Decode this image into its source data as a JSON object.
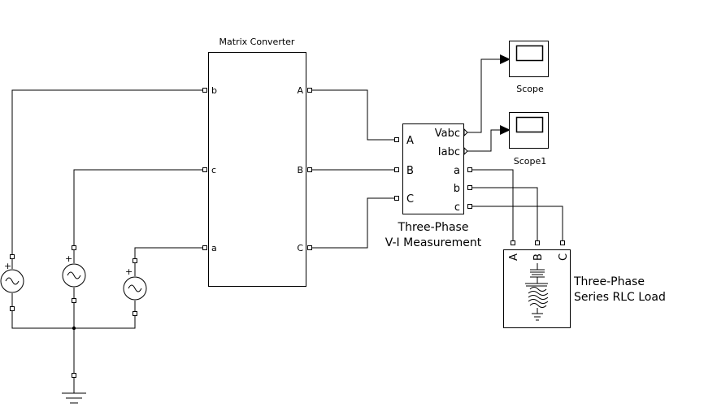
{
  "matrix_converter": {
    "title": "Matrix Converter",
    "ports_in": [
      "b",
      "c",
      "a"
    ],
    "ports_out": [
      "A",
      "B",
      "C"
    ]
  },
  "vi_measurement": {
    "ports_in": [
      "A",
      "B",
      "C"
    ],
    "ports_out": [
      "Vabc",
      "Iabc",
      "a",
      "b",
      "c"
    ],
    "label_line1": "Three-Phase",
    "label_line2": "V-I Measurement"
  },
  "scopes": [
    "Scope",
    "Scope1"
  ],
  "rlc_load": {
    "ports": [
      "A",
      "B",
      "C"
    ],
    "label_line1": "Three-Phase",
    "label_line2": "Series RLC Load"
  },
  "source_polarity": "+"
}
